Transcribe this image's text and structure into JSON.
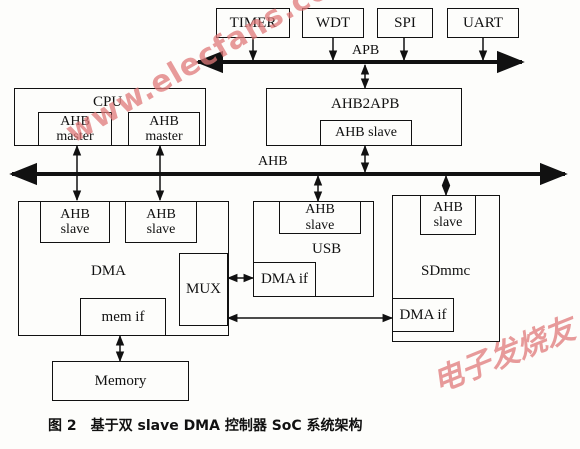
{
  "peripherals": {
    "timer": "TIMER",
    "wdt": "WDT",
    "spi": "SPI",
    "uart": "UART"
  },
  "buses": {
    "apb": "APB",
    "ahb": "AHB"
  },
  "cpu": {
    "title": "CPU",
    "master1": [
      "AHB",
      "master"
    ],
    "master2": [
      "AHB",
      "master"
    ]
  },
  "bridge": {
    "title": "AHB2APB",
    "slave": "AHB slave"
  },
  "dma": {
    "title": "DMA",
    "slave1": [
      "AHB",
      "slave"
    ],
    "slave2": [
      "AHB",
      "slave"
    ],
    "mux": "MUX",
    "mem_if": "mem if"
  },
  "usb": {
    "title": "USB",
    "slave": [
      "AHB",
      "slave"
    ],
    "dma_if": "DMA if"
  },
  "sdmmc": {
    "title": "SDmmc",
    "slave": [
      "AHB",
      "slave"
    ],
    "dma_if": "DMA if"
  },
  "memory": "Memory",
  "caption": "图 2　基于双 slave DMA 控制器 SoC 系统架构",
  "watermarks": {
    "site": "www.elecfans.com",
    "brand": "电子发烧友"
  }
}
